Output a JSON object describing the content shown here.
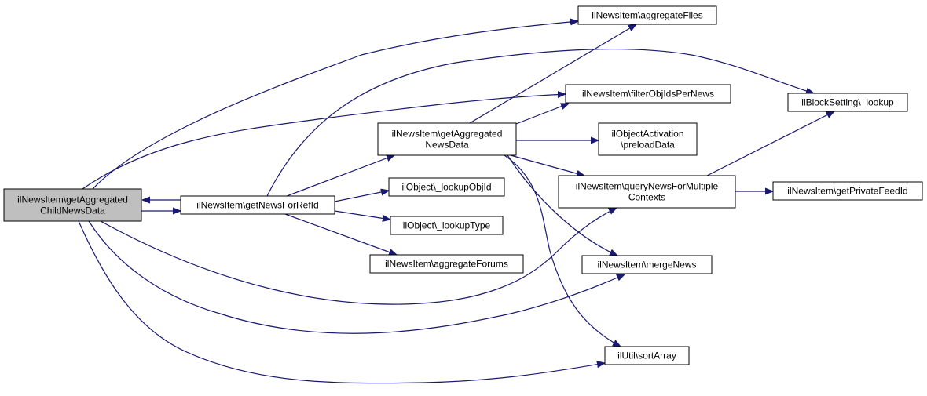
{
  "graph": {
    "colors": {
      "node_fill": "#ffffff",
      "root_fill": "#bfbfbf",
      "border": "#000000",
      "edge": "#191970"
    },
    "nodes": [
      {
        "id": "root",
        "lines": [
          "ilNewsItem\\getAggregated",
          "ChildNewsData"
        ],
        "highlight": true
      },
      {
        "id": "getNewsForRefId",
        "lines": [
          "ilNewsItem\\getNewsForRefId"
        ]
      },
      {
        "id": "getAggregatedNewsData",
        "lines": [
          "ilNewsItem\\getAggregated",
          "NewsData"
        ]
      },
      {
        "id": "lookupObjId",
        "lines": [
          "ilObject\\_lookupObjId"
        ]
      },
      {
        "id": "lookupType",
        "lines": [
          "ilObject\\_lookupType"
        ]
      },
      {
        "id": "aggregateForums",
        "lines": [
          "ilNewsItem\\aggregateForums"
        ]
      },
      {
        "id": "aggregateFiles",
        "lines": [
          "ilNewsItem\\aggregateFiles"
        ]
      },
      {
        "id": "filterObjIdsPerNews",
        "lines": [
          "ilNewsItem\\filterObjIdsPerNews"
        ]
      },
      {
        "id": "preloadData",
        "lines": [
          "ilObjectActivation",
          "\\preloadData"
        ]
      },
      {
        "id": "queryNewsForMultipleContexts",
        "lines": [
          "ilNewsItem\\queryNewsForMultiple",
          "Contexts"
        ]
      },
      {
        "id": "mergeNews",
        "lines": [
          "ilNewsItem\\mergeNews"
        ]
      },
      {
        "id": "sortArray",
        "lines": [
          "ilUtil\\sortArray"
        ]
      },
      {
        "id": "blockLookup",
        "lines": [
          "ilBlockSetting\\_lookup"
        ]
      },
      {
        "id": "getPrivateFeedId",
        "lines": [
          "ilNewsItem\\getPrivateFeedId"
        ]
      }
    ],
    "edges": [
      {
        "from": "root",
        "to": "getNewsForRefId"
      },
      {
        "from": "getNewsForRefId",
        "to": "root"
      },
      {
        "from": "root",
        "to": "aggregateFiles"
      },
      {
        "from": "root",
        "to": "filterObjIdsPerNews"
      },
      {
        "from": "root",
        "to": "queryNewsForMultipleContexts"
      },
      {
        "from": "root",
        "to": "mergeNews"
      },
      {
        "from": "root",
        "to": "sortArray"
      },
      {
        "from": "getNewsForRefId",
        "to": "getAggregatedNewsData"
      },
      {
        "from": "getNewsForRefId",
        "to": "lookupObjId"
      },
      {
        "from": "getNewsForRefId",
        "to": "lookupType"
      },
      {
        "from": "getNewsForRefId",
        "to": "aggregateForums"
      },
      {
        "from": "getNewsForRefId",
        "to": "blockLookup"
      },
      {
        "from": "getAggregatedNewsData",
        "to": "aggregateFiles"
      },
      {
        "from": "getAggregatedNewsData",
        "to": "filterObjIdsPerNews"
      },
      {
        "from": "getAggregatedNewsData",
        "to": "preloadData"
      },
      {
        "from": "getAggregatedNewsData",
        "to": "queryNewsForMultipleContexts"
      },
      {
        "from": "getAggregatedNewsData",
        "to": "mergeNews"
      },
      {
        "from": "getAggregatedNewsData",
        "to": "sortArray"
      },
      {
        "from": "queryNewsForMultipleContexts",
        "to": "blockLookup"
      },
      {
        "from": "queryNewsForMultipleContexts",
        "to": "getPrivateFeedId"
      }
    ]
  }
}
